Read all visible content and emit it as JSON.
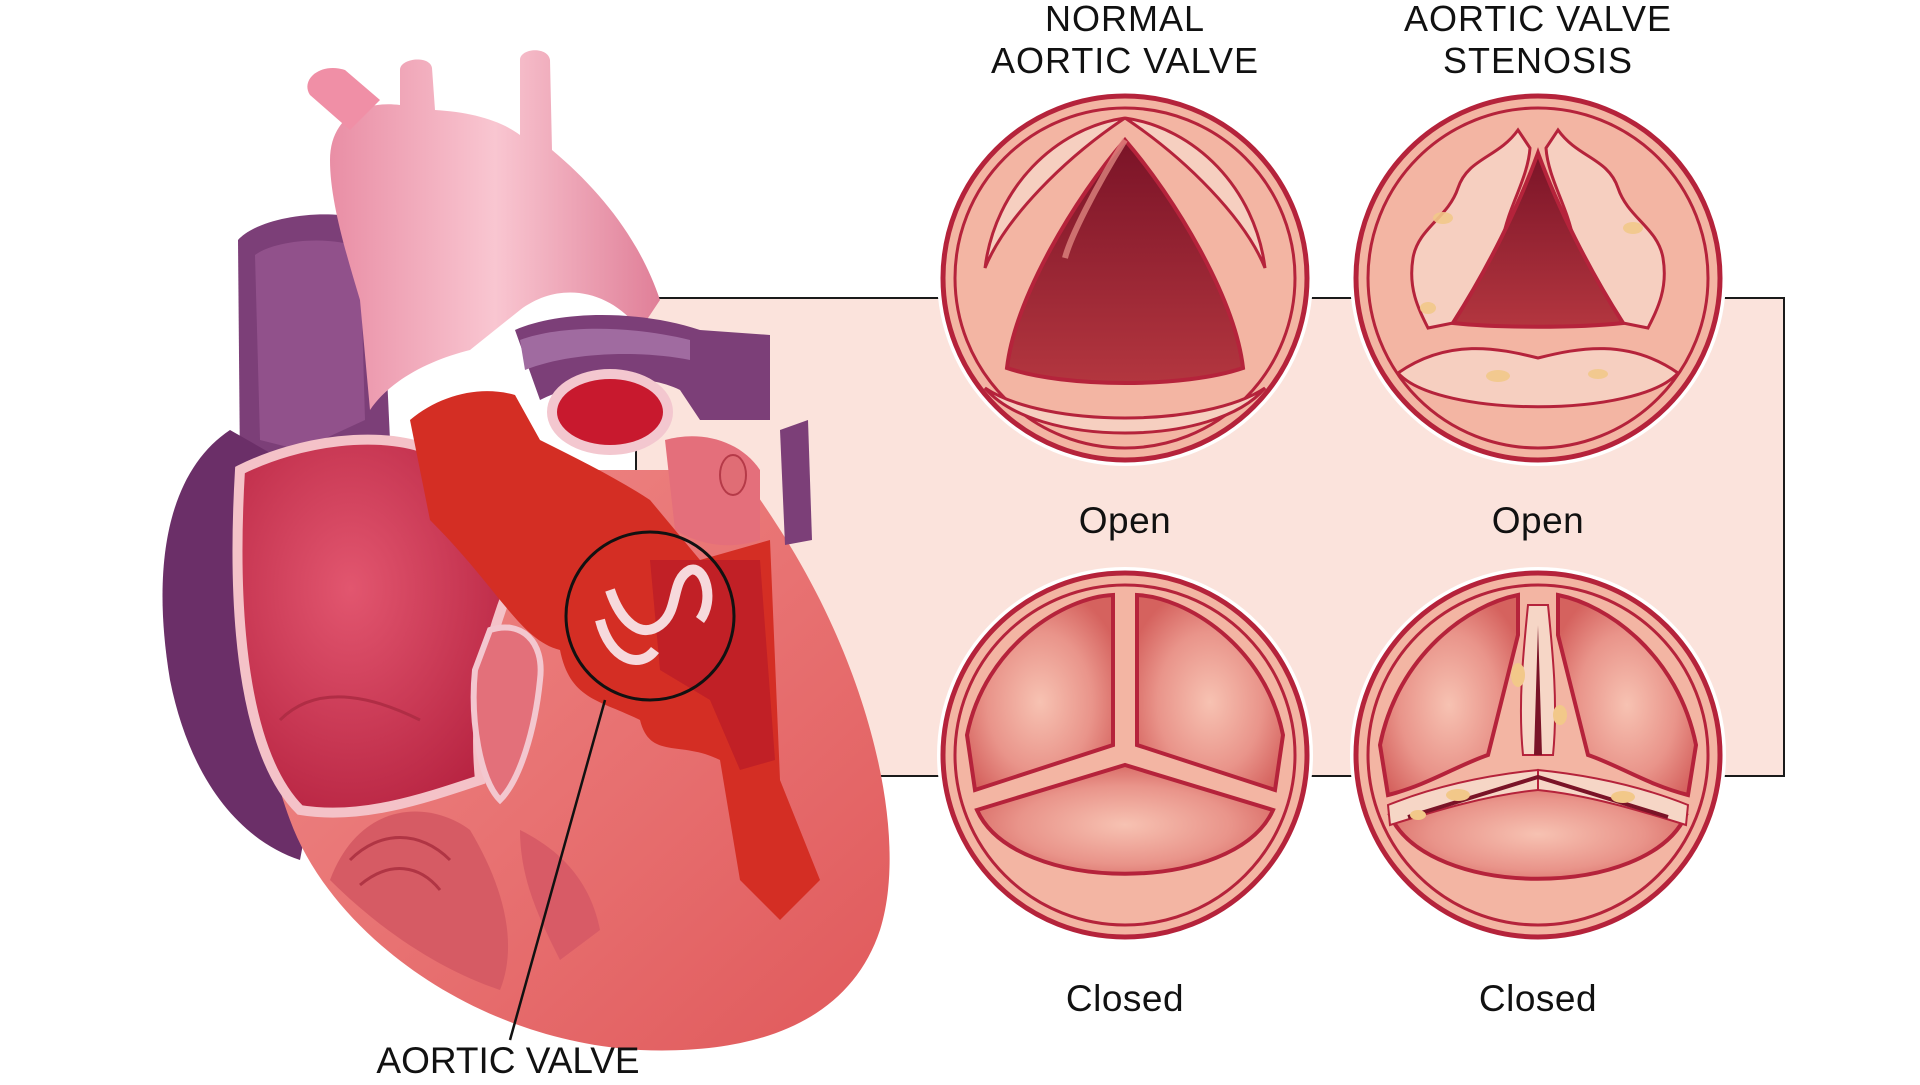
{
  "columns": {
    "normal": {
      "title_line1": "NORMAL",
      "title_line2": "AORTIC VALVE"
    },
    "stenosis": {
      "title_line1": "AORTIC VALVE",
      "title_line2": "STENOSIS"
    }
  },
  "states": {
    "normal_open": "Open",
    "stenosis_open": "Open",
    "normal_closed": "Closed",
    "stenosis_closed": "Closed"
  },
  "callout": {
    "label": "AORTIC VALVE"
  },
  "colors": {
    "panel": "#fbe3dc",
    "ring_outer": "#b5233b",
    "ring_fill": "#f6c0b0",
    "chamber_dark": "#8e1d33",
    "cusp": "#e27f78",
    "calcification": "#f2c889",
    "heart_red": "#d42e24",
    "heart_pink": "#f3a7b8",
    "heart_purple": "#7c3f78"
  }
}
